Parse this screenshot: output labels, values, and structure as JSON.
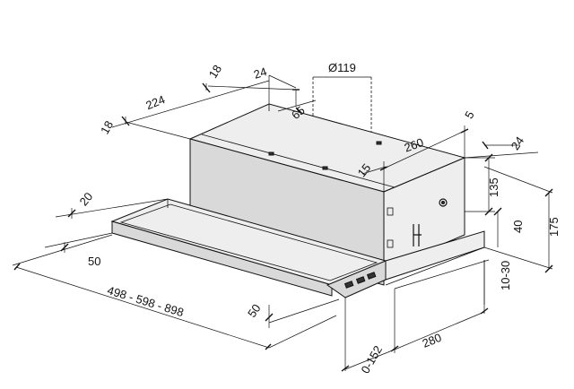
{
  "dimensions": {
    "duct_diameter": "Ø119",
    "d18_left": "18",
    "d224": "224",
    "d18_top": "18",
    "d24_top": "24",
    "d65": "65",
    "d260": "260",
    "d5": "5",
    "d24_right": "24",
    "d15": "15",
    "d135": "135",
    "d175": "175",
    "d40": "40",
    "d20": "20",
    "d50_left": "50",
    "width_range": "498 - 598 - 898",
    "d50_front": "50",
    "d10_30": "10-30",
    "d280": "280",
    "d0_152": "0-152"
  }
}
